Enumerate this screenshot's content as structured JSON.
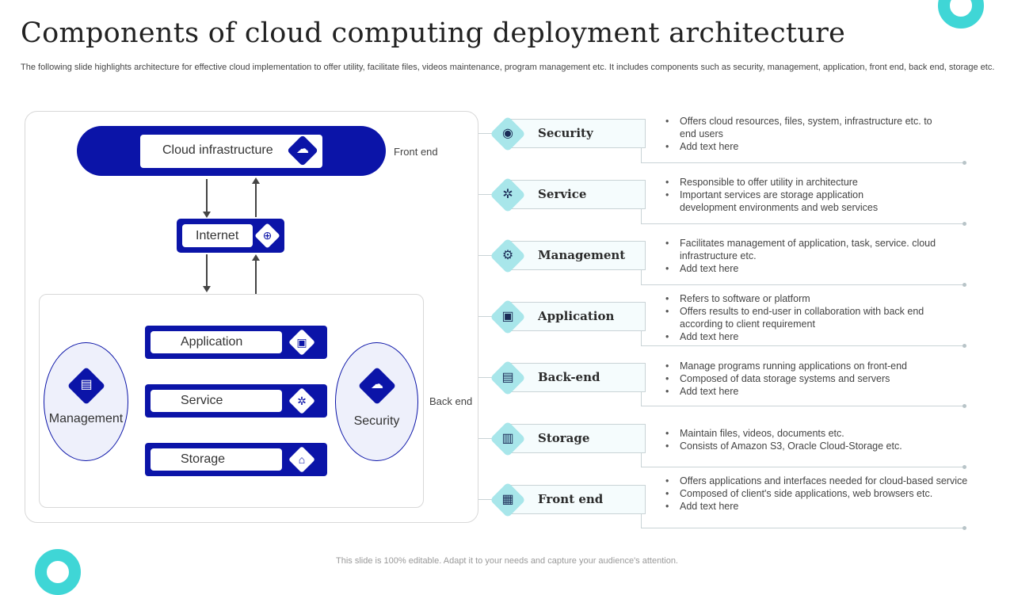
{
  "slide": {
    "title": "Components of cloud computing deployment architecture",
    "subtitle": "The following slide highlights architecture for effective cloud implementation to offer utility, facilitate files, videos maintenance, program management etc. It includes components such as security, management, application, front end, back end, storage etc.",
    "footer": "This slide is 100% editable. Adapt it to your needs and capture your audience's attention."
  },
  "colors": {
    "primary": "#0b14a8",
    "accent": "#3fd6d6",
    "diamond_light": "#a8e6ea"
  },
  "diagram": {
    "cloud_infrastructure": {
      "label": "Cloud infrastructure",
      "icon": "cloud-globe-icon"
    },
    "internet": {
      "label": "Internet",
      "icon": "globe-icon"
    },
    "front_end_label": "Front end",
    "back_end_label": "Back end",
    "management": {
      "label": "Management",
      "icon": "document-settings-icon"
    },
    "security": {
      "label": "Security",
      "icon": "cloud-lock-icon"
    },
    "modules": [
      {
        "label": "Application",
        "icon": "app-window-icon"
      },
      {
        "label": "Service",
        "icon": "gear-icon"
      },
      {
        "label": "Storage",
        "icon": "storage-house-icon"
      }
    ]
  },
  "components": [
    {
      "title": "Security",
      "icon": "monitor-eye-icon",
      "bullets": [
        "Offers cloud resources, files, system, infrastructure etc. to end users",
        "Add text here"
      ]
    },
    {
      "title": "Service",
      "icon": "hand-gear-icon",
      "bullets": [
        "Responsible to offer utility in architecture",
        "Important services are storage application development environments and web services"
      ]
    },
    {
      "title": "Management",
      "icon": "gear-icon",
      "bullets": [
        "Facilitates management of application, task, service. cloud infrastructure etc.",
        "Add text here"
      ]
    },
    {
      "title": "Application",
      "icon": "app-window-gear-icon",
      "bullets": [
        "Refers to software or platform",
        "Offers results to end-user in collaboration with back end according to client requirement",
        "Add text here"
      ]
    },
    {
      "title": "Back-end",
      "icon": "server-window-icon",
      "bullets": [
        "Manage programs running applications on front-end",
        "Composed of data storage systems and servers",
        "Add text here"
      ]
    },
    {
      "title": "Storage",
      "icon": "storage-racks-icon",
      "bullets": [
        "Maintain files, videos, documents etc.",
        "Consists of Amazon S3, Oracle Cloud-Storage etc."
      ]
    },
    {
      "title": "Front end",
      "icon": "keyboard-monitor-icon",
      "bullets": [
        "Offers applications and interfaces needed for cloud-based service",
        "Composed of client's side applications, web browsers etc.",
        "Add text here"
      ]
    }
  ]
}
